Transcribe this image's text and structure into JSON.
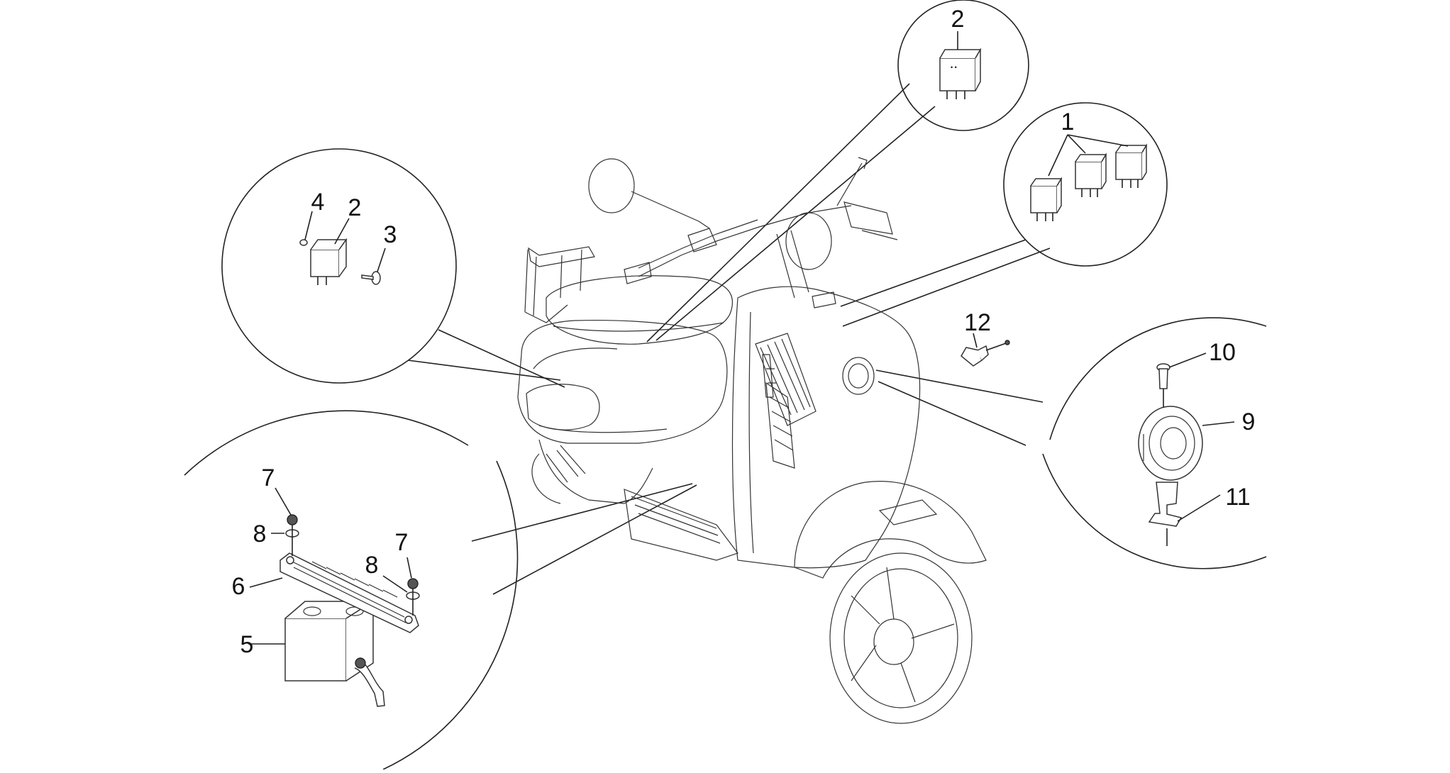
{
  "diagram": {
    "callouts": {
      "c1": "1",
      "c2_top": "2",
      "c2_left": "2",
      "c3": "3",
      "c4": "4",
      "c5": "5",
      "c6": "6",
      "c7_a": "7",
      "c7_b": "7",
      "c8_a": "8",
      "c8_b": "8",
      "c9": "9",
      "c10": "10",
      "c11": "11",
      "c12": "12"
    },
    "parts": [
      {
        "id": "1",
        "name": "relay"
      },
      {
        "id": "2",
        "name": "relay"
      },
      {
        "id": "3",
        "name": "screw"
      },
      {
        "id": "4",
        "name": "nut"
      },
      {
        "id": "5",
        "name": "battery"
      },
      {
        "id": "6",
        "name": "battery-strap"
      },
      {
        "id": "7",
        "name": "screw"
      },
      {
        "id": "8",
        "name": "washer"
      },
      {
        "id": "9",
        "name": "horn"
      },
      {
        "id": "10",
        "name": "bolt"
      },
      {
        "id": "11",
        "name": "bracket"
      },
      {
        "id": "12",
        "name": "bulb"
      }
    ],
    "line_color": "#222222",
    "background": "#ffffff"
  }
}
